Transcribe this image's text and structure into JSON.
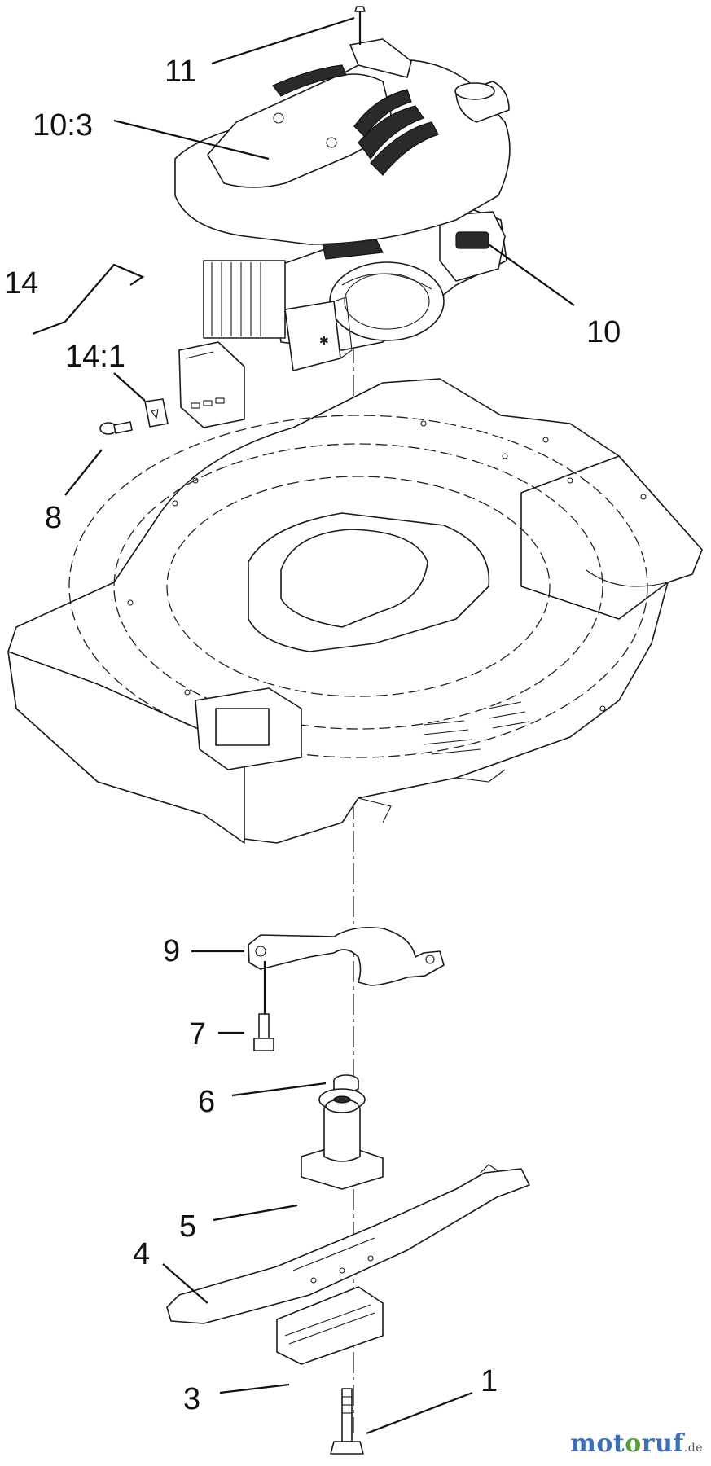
{
  "callouts": {
    "c1": "1",
    "c3": "3",
    "c4": "4",
    "c5": "5",
    "c6": "6",
    "c7": "7",
    "c8": "8",
    "c9": "9",
    "c10": "10",
    "c10_3": "10:3",
    "c11": "11",
    "c14": "14",
    "c14_1": "14:1"
  },
  "watermark": {
    "part1": "mot",
    "part2": "o",
    "part3": "ruf",
    "tld": ".de"
  }
}
